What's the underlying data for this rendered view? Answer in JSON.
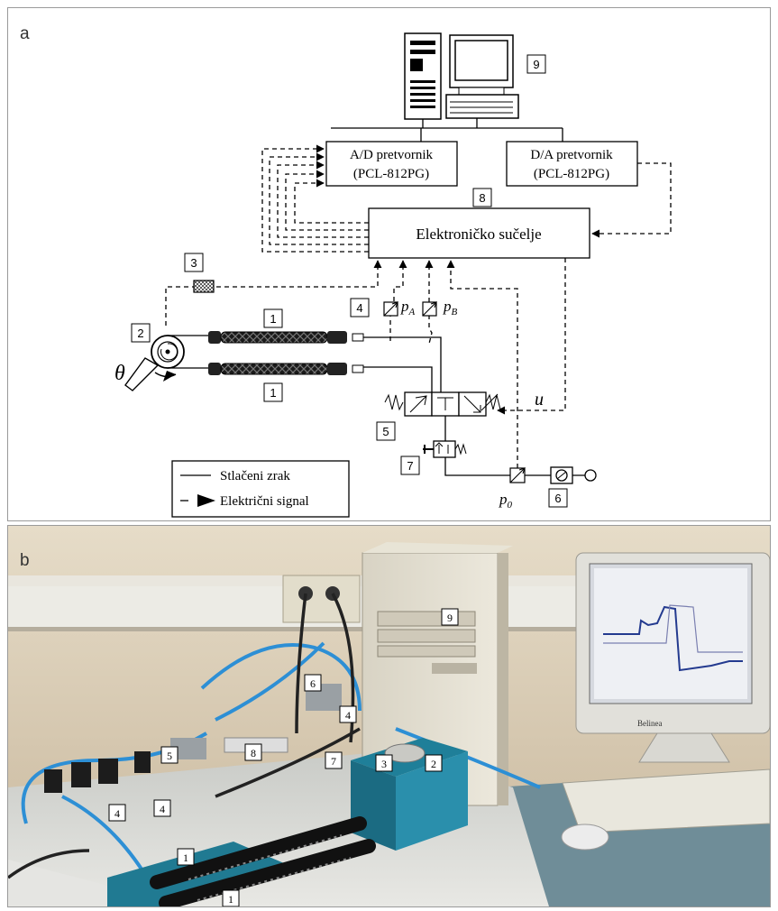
{
  "panel_a": {
    "label": "a",
    "ad_converter": {
      "line1": "A/D pretvornik",
      "line2": "(PCL-812PG)"
    },
    "da_converter": {
      "line1": "D/A pretvornik",
      "line2": "(PCL-812PG)"
    },
    "interface": "Elektroničko sučelje",
    "signal_u": "u",
    "theta": "θ",
    "pressure_a": {
      "base": "p",
      "sub": "A"
    },
    "pressure_b": {
      "base": "p",
      "sub": "B"
    },
    "pressure_0": {
      "base": "p",
      "sub": "0"
    },
    "legend": {
      "compressed_air": "Stlačeni zrak",
      "electric_signal": "Električni signal"
    },
    "numbers": {
      "n1": "1",
      "n2": "2",
      "n3": "3",
      "n4": "4",
      "n5": "5",
      "n6": "6",
      "n7": "7",
      "n8": "8",
      "n9": "9"
    }
  },
  "panel_b": {
    "label": "b",
    "monitor_brand": "Belinea",
    "callouts": {
      "c9": "9",
      "c6": "6",
      "c4a": "4",
      "c5": "5",
      "c8": "8",
      "c7": "7",
      "c3": "3",
      "c2": "2",
      "c4b": "4",
      "c4c": "4",
      "c1a": "1",
      "c1b": "1"
    }
  }
}
